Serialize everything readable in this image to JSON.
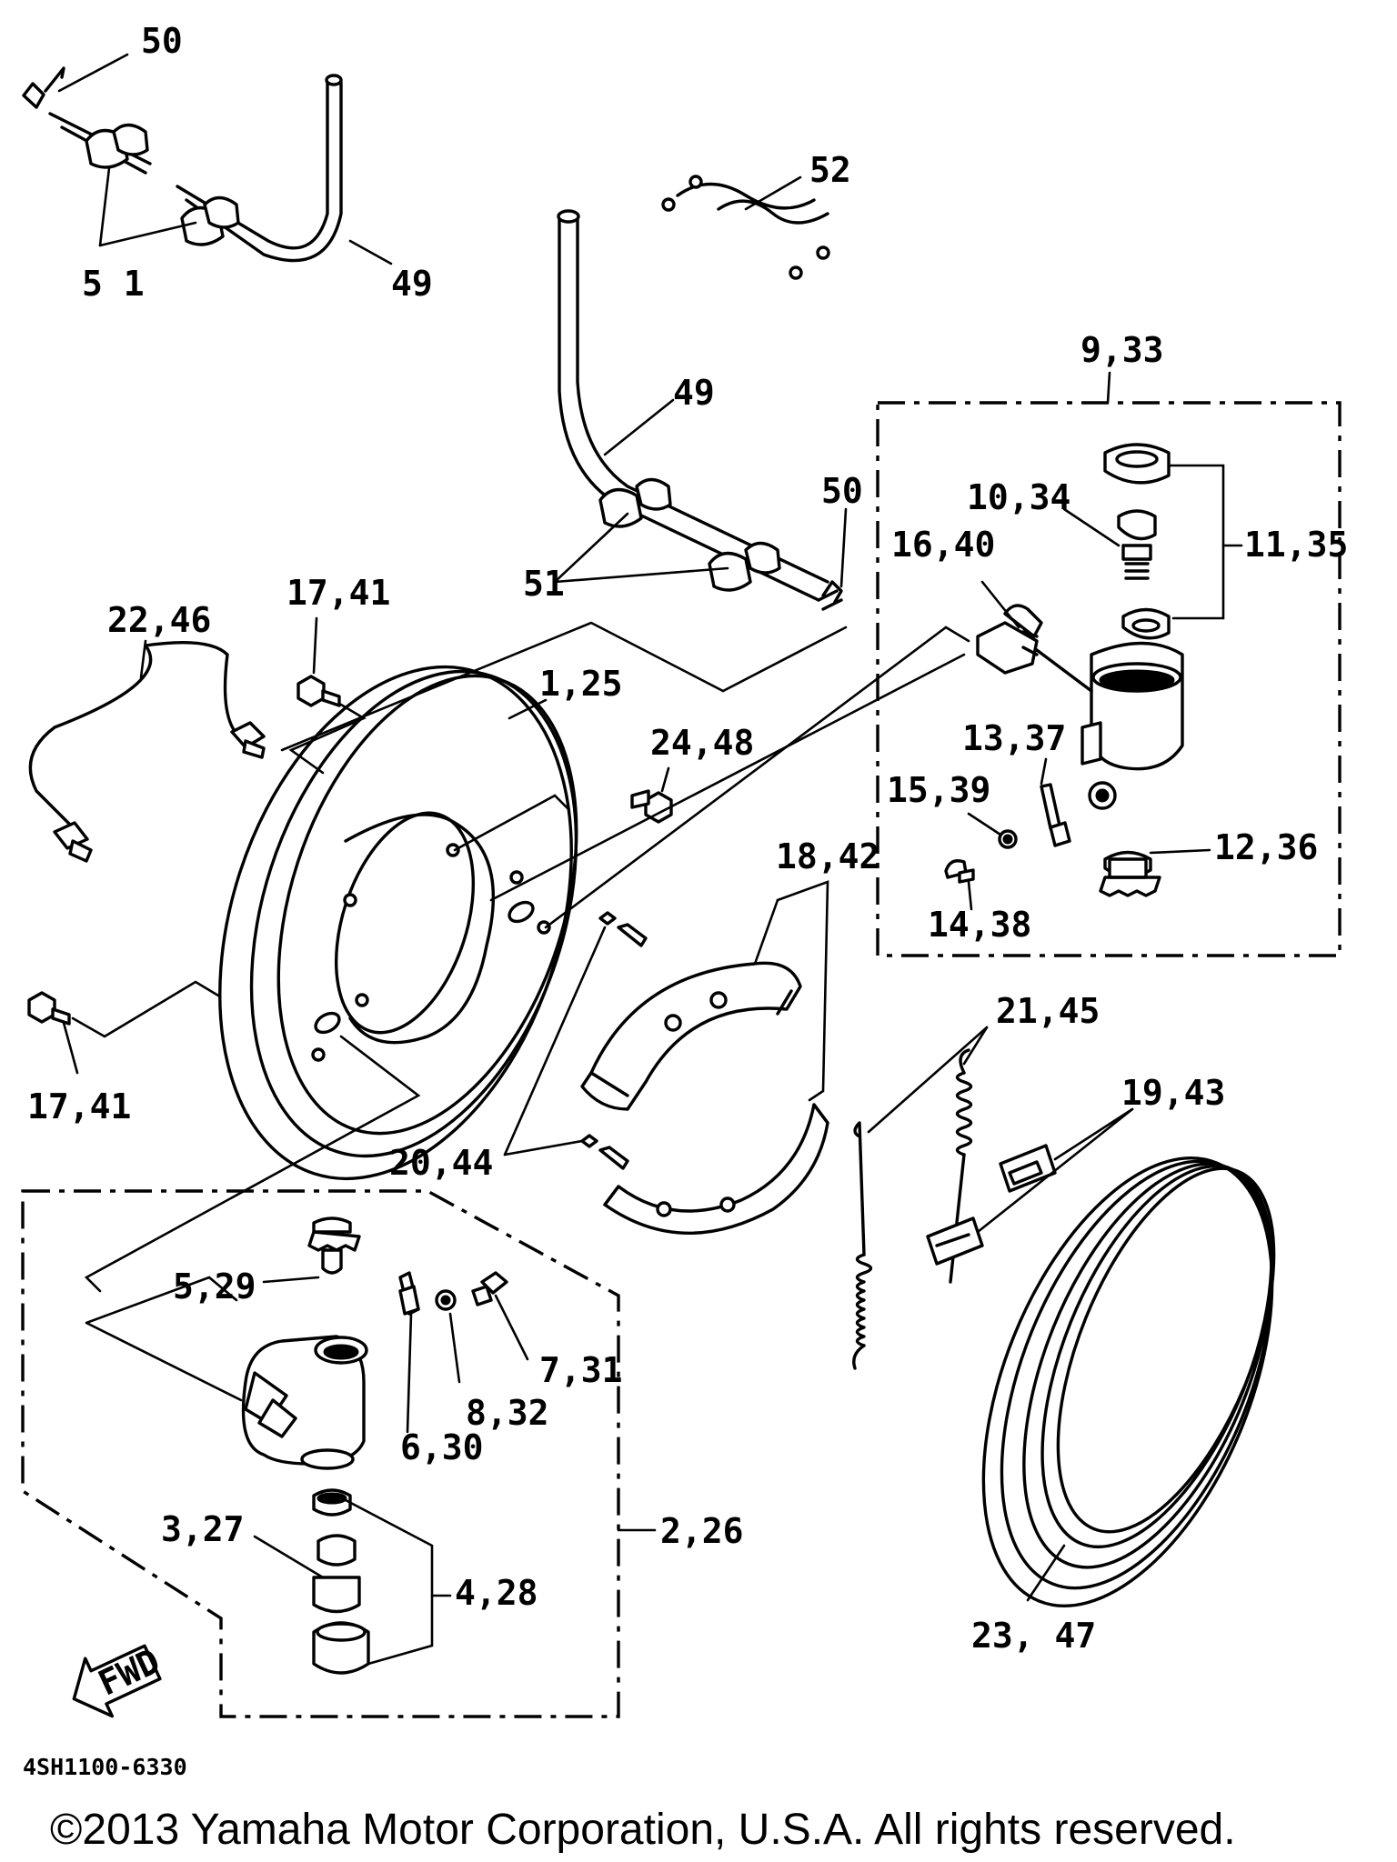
{
  "callouts": {
    "c50a": "50",
    "c51a": "5 1",
    "c49a": "49",
    "c52": "52",
    "c49b": "49",
    "c50b": "50",
    "c51b": "51",
    "c9_33": "9,33",
    "c10_34": "10,34",
    "c11_35": "11,35",
    "c16_40": "16,40",
    "c22_46": "22,46",
    "c17_41a": "17,41",
    "c1_25": "1,25",
    "c24_48": "24,48",
    "c13_37": "13,37",
    "c15_39": "15,39",
    "c12_36": "12,36",
    "c14_38": "14,38",
    "c18_42": "18,42",
    "c17_41b": "17,41",
    "c21_45": "21,45",
    "c19_43": "19,43",
    "c20_44": "20,44",
    "c5_29": "5,29",
    "c7_31": "7,31",
    "c8_32": "8,32",
    "c6_30": "6,30",
    "c2_26": "2,26",
    "c3_27": "3,27",
    "c4_28": "4,28",
    "c23_47": "23, 47"
  },
  "fwd_label": "FWD",
  "diagram_code": "4SH1100-6330",
  "copyright": "©2013 Yamaha Motor Corporation, U.S.A. All rights reserved.",
  "icons": {
    "fwd": "fwd-arrow-icon"
  }
}
